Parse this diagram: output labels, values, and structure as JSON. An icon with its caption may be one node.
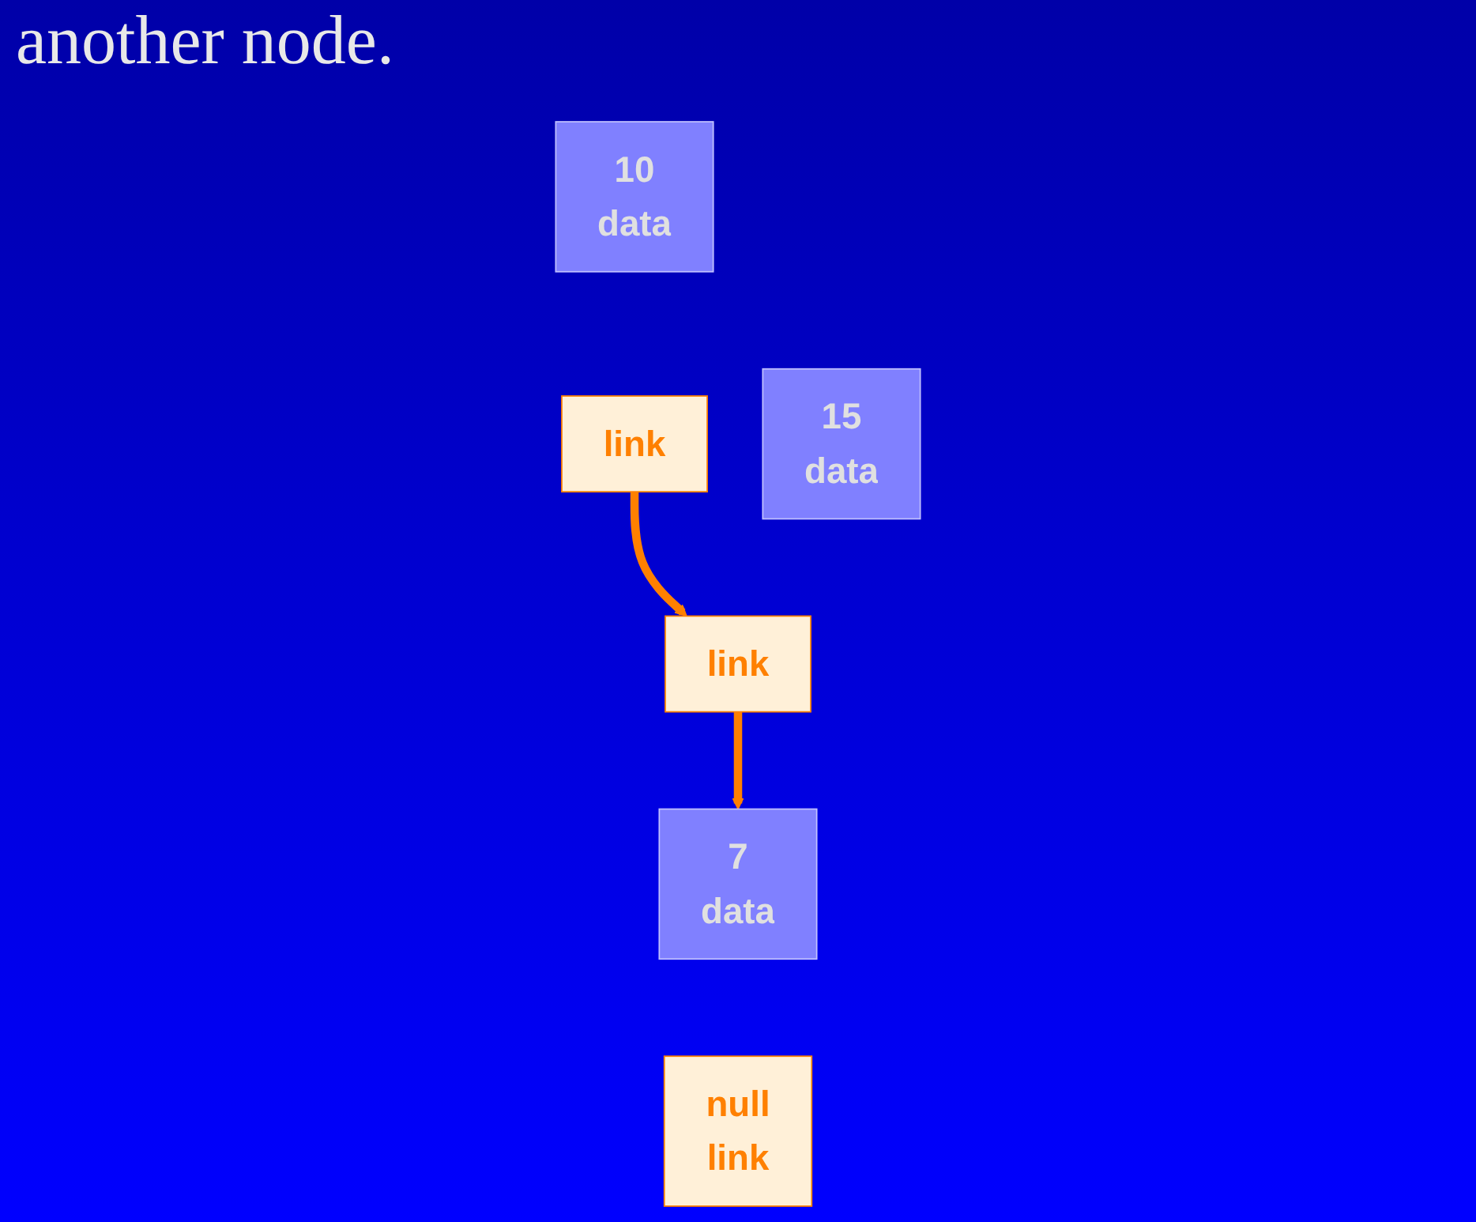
{
  "diagram": {
    "nodes": [
      {
        "text": [
          "15",
          "data"
        ]
      },
      {
        "text": [
          "link"
        ]
      },
      {
        "text": [
          "10",
          "data"
        ]
      },
      {
        "text": [
          "link"
        ]
      },
      {
        "text": [
          "7",
          "data"
        ]
      },
      {
        "text": [
          "null",
          "link"
        ]
      }
    ],
    "edges": [
      {
        "from": 3,
        "to": 1,
        "arrow": "to"
      },
      {
        "from": 1,
        "to": 4,
        "arrow": "to"
      }
    ],
    "labels": [
      "another node."
    ]
  }
}
